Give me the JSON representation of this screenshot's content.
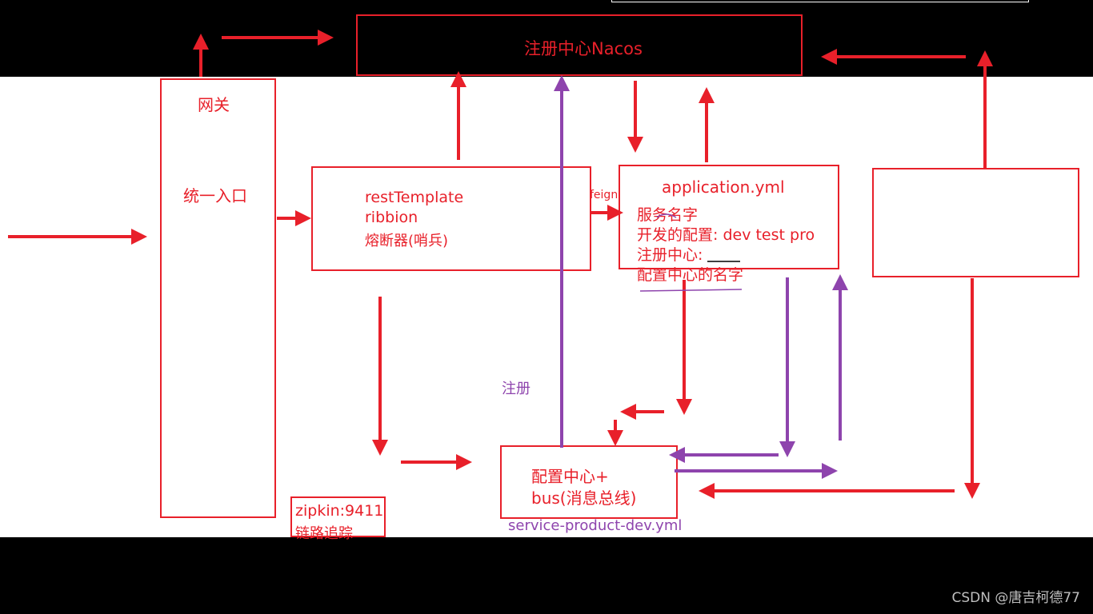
{
  "nacos": {
    "label": "注册中心Nacos"
  },
  "gateway": {
    "title": "网关",
    "subtitle": "统一入口"
  },
  "service_a": {
    "line1": "restTemplate",
    "line2": "ribbion",
    "line3": "熔断器(哨兵)"
  },
  "feign": {
    "label": "feign"
  },
  "service_b": {
    "title": "application.yml",
    "line1": "服务名字",
    "line2": "开发的配置: dev test pro",
    "line3": "注册中心:",
    "line4": "配置中心的名字"
  },
  "register": {
    "label": "注册"
  },
  "config_center": {
    "line1": "配置中心+",
    "line2": "bus(消息总线)"
  },
  "config_file": {
    "label": "service-product-dev.yml"
  },
  "zipkin": {
    "line1": "zipkin:9411",
    "line2": "链路追踪"
  },
  "watermark": {
    "text": "CSDN @唐吉柯德77"
  },
  "colors": {
    "red": "#e8202a",
    "purple": "#8e44ad",
    "background": "#000000"
  }
}
